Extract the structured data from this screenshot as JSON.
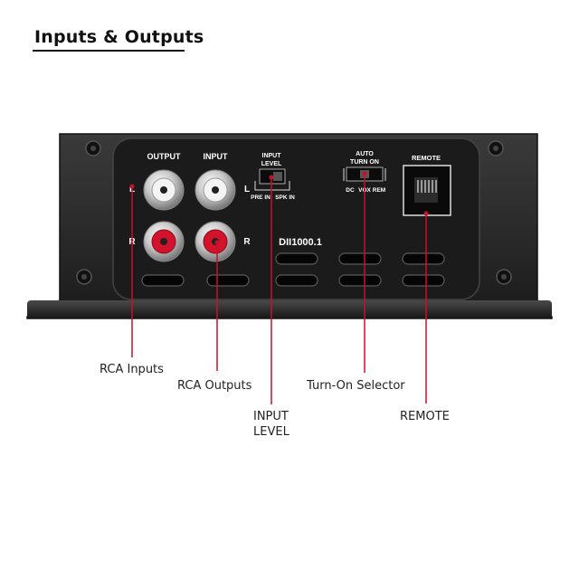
{
  "heading": "Inputs & Outputs",
  "panel": {
    "output_label": "OUTPUT",
    "input_label": "INPUT",
    "left_channel": "L",
    "right_channel": "R",
    "input_level_label_1": "INPUT",
    "input_level_label_2": "LEVEL",
    "pre_in": "PRE IN",
    "spk_in": "SPK IN",
    "auto_label_1": "AUTO",
    "auto_label_2": "TURN ON",
    "dc": "DC",
    "vox": "VOX",
    "rem": "REM",
    "remote_label": "REMOTE",
    "model": "DII1000.1"
  },
  "callouts": {
    "rca_inputs": "RCA Inputs",
    "rca_outputs": "RCA Outputs",
    "turn_on_selector": "Turn-On Selector",
    "input_level_1": "INPUT",
    "input_level_2": "LEVEL",
    "remote": "REMOTE"
  },
  "colors": {
    "accent_red": "#c8102e",
    "chassis": "#2a2a2a",
    "panel": "#1b1b1b"
  }
}
